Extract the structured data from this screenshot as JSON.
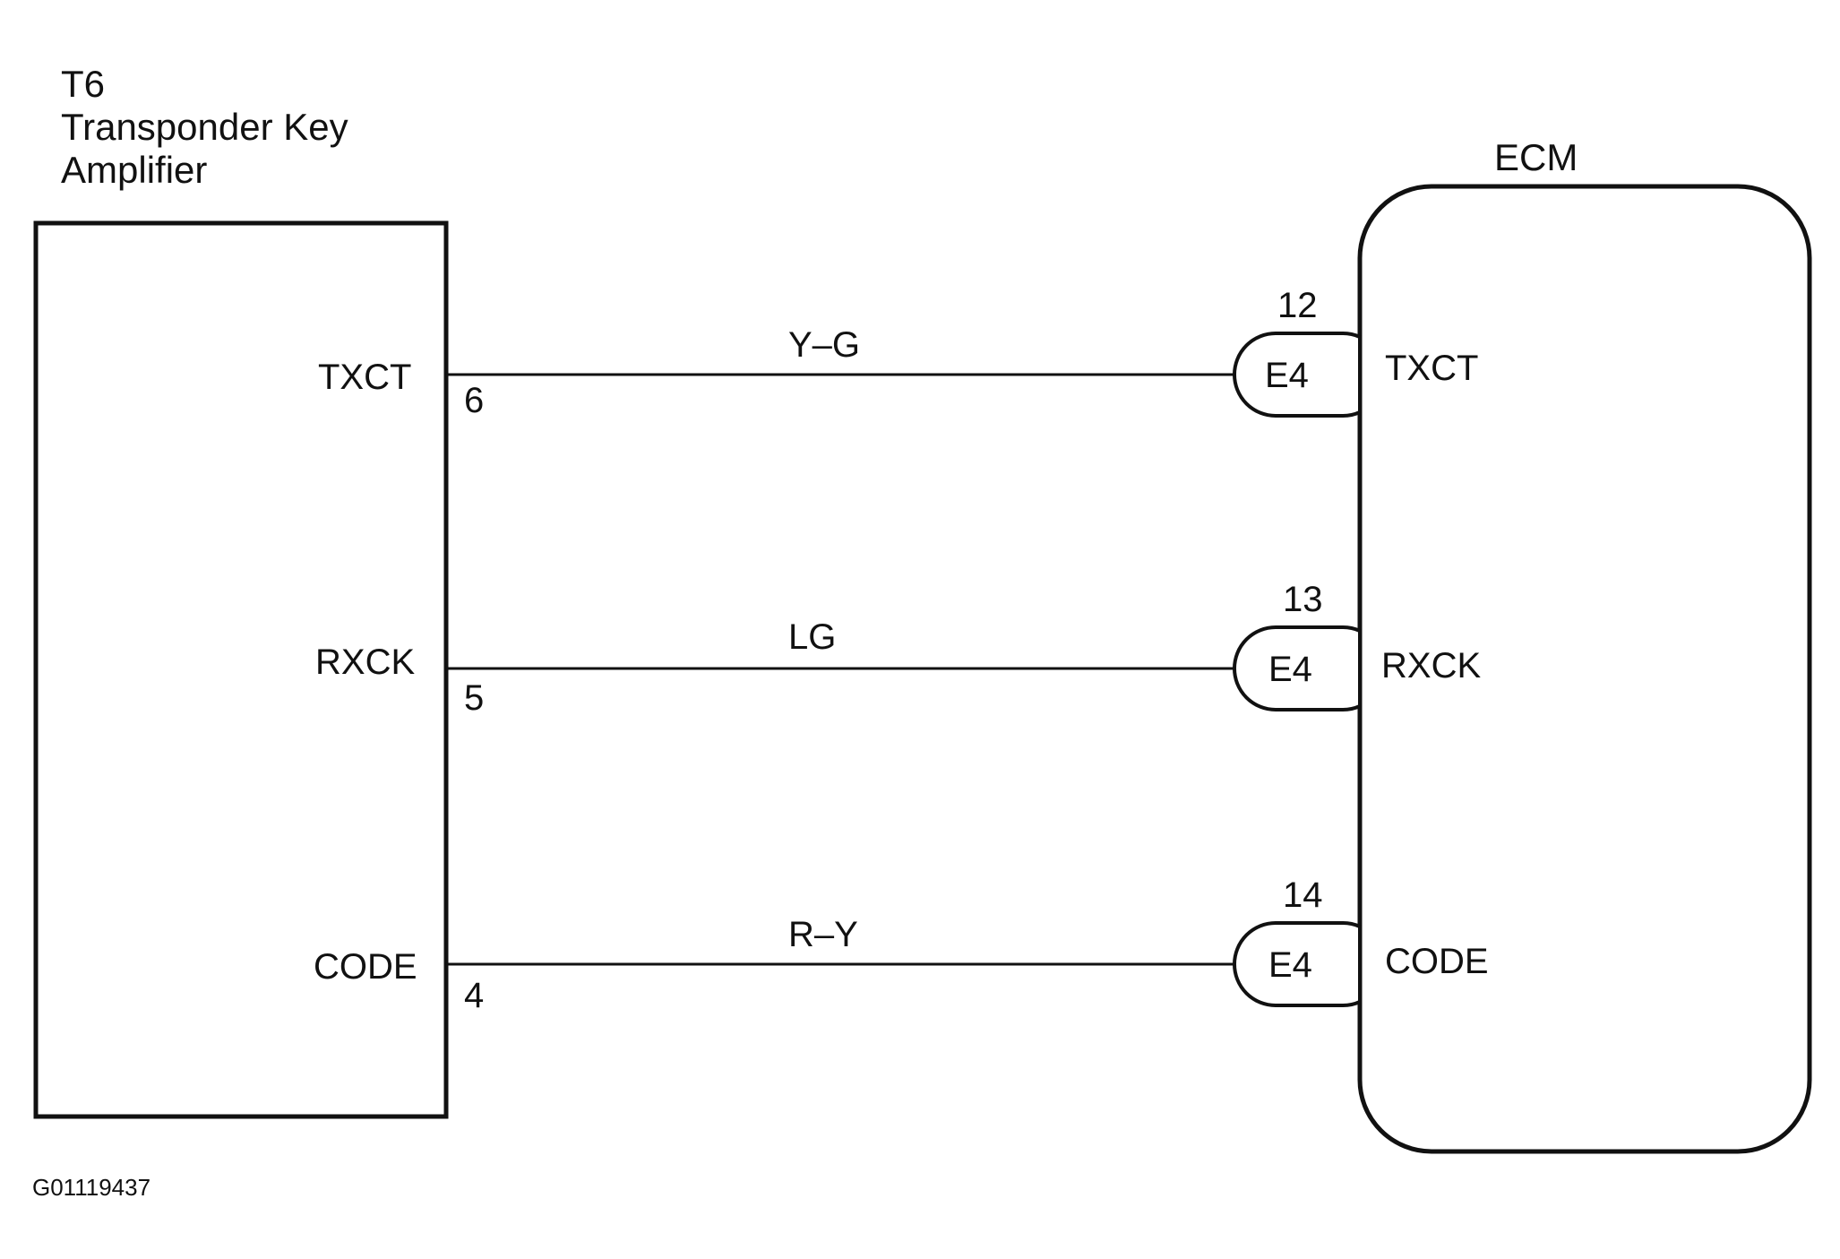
{
  "diagram_id": "G01119437",
  "amplifier": {
    "ref": "T6",
    "name_line1": "Transponder Key",
    "name_line2": "Amplifier"
  },
  "ecm": {
    "name": "ECM"
  },
  "circuits": [
    {
      "signal": "TXCT",
      "amp_pin": "6",
      "wire_color": "Y–G",
      "connector": "E4",
      "ecm_pin": "12"
    },
    {
      "signal": "RXCK",
      "amp_pin": "5",
      "wire_color": "LG",
      "connector": "E4",
      "ecm_pin": "13"
    },
    {
      "signal": "CODE",
      "amp_pin": "4",
      "wire_color": "R–Y",
      "connector": "E4",
      "ecm_pin": "14"
    }
  ]
}
